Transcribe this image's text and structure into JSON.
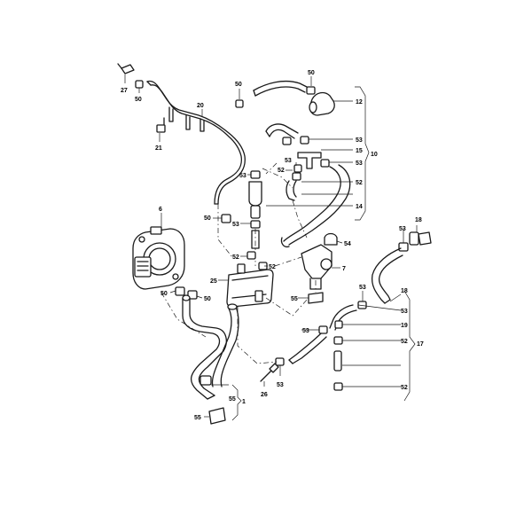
{
  "labels": [
    {
      "id": "c27",
      "text": "27"
    },
    {
      "id": "c50a",
      "text": "50"
    },
    {
      "id": "c20",
      "text": "20"
    },
    {
      "id": "c21",
      "text": "21"
    },
    {
      "id": "c50b",
      "text": "50"
    },
    {
      "id": "c50c",
      "text": "50"
    },
    {
      "id": "c12",
      "text": "12"
    },
    {
      "id": "c53a",
      "text": "53"
    },
    {
      "id": "c15",
      "text": "15"
    },
    {
      "id": "c53b",
      "text": "53"
    },
    {
      "id": "c53c",
      "text": "53"
    },
    {
      "id": "c52a",
      "text": "52"
    },
    {
      "id": "c10",
      "text": "10"
    },
    {
      "id": "c53d",
      "text": "53"
    },
    {
      "id": "c52b",
      "text": "52"
    },
    {
      "id": "c14",
      "text": "14"
    },
    {
      "id": "c6",
      "text": "6"
    },
    {
      "id": "c50d",
      "text": "50"
    },
    {
      "id": "c53e",
      "text": "53"
    },
    {
      "id": "c52c",
      "text": "52"
    },
    {
      "id": "c54",
      "text": "54"
    },
    {
      "id": "c7",
      "text": "7"
    },
    {
      "id": "c18a",
      "text": "18"
    },
    {
      "id": "c53f",
      "text": "53"
    },
    {
      "id": "c25",
      "text": "25"
    },
    {
      "id": "c52d",
      "text": "52"
    },
    {
      "id": "c50e",
      "text": "50"
    },
    {
      "id": "c50f",
      "text": "50"
    },
    {
      "id": "c55a",
      "text": "55"
    },
    {
      "id": "c53g",
      "text": "53"
    },
    {
      "id": "c18b",
      "text": "18"
    },
    {
      "id": "c53h",
      "text": "53"
    },
    {
      "id": "c19",
      "text": "19"
    },
    {
      "id": "c53i",
      "text": "53"
    },
    {
      "id": "c52e",
      "text": "52"
    },
    {
      "id": "c17",
      "text": "17"
    },
    {
      "id": "c53j",
      "text": "53"
    },
    {
      "id": "c26",
      "text": "26"
    },
    {
      "id": "c52f",
      "text": "52"
    },
    {
      "id": "c55b",
      "text": "55"
    },
    {
      "id": "c1",
      "text": "1"
    },
    {
      "id": "c55c",
      "text": "55"
    }
  ]
}
